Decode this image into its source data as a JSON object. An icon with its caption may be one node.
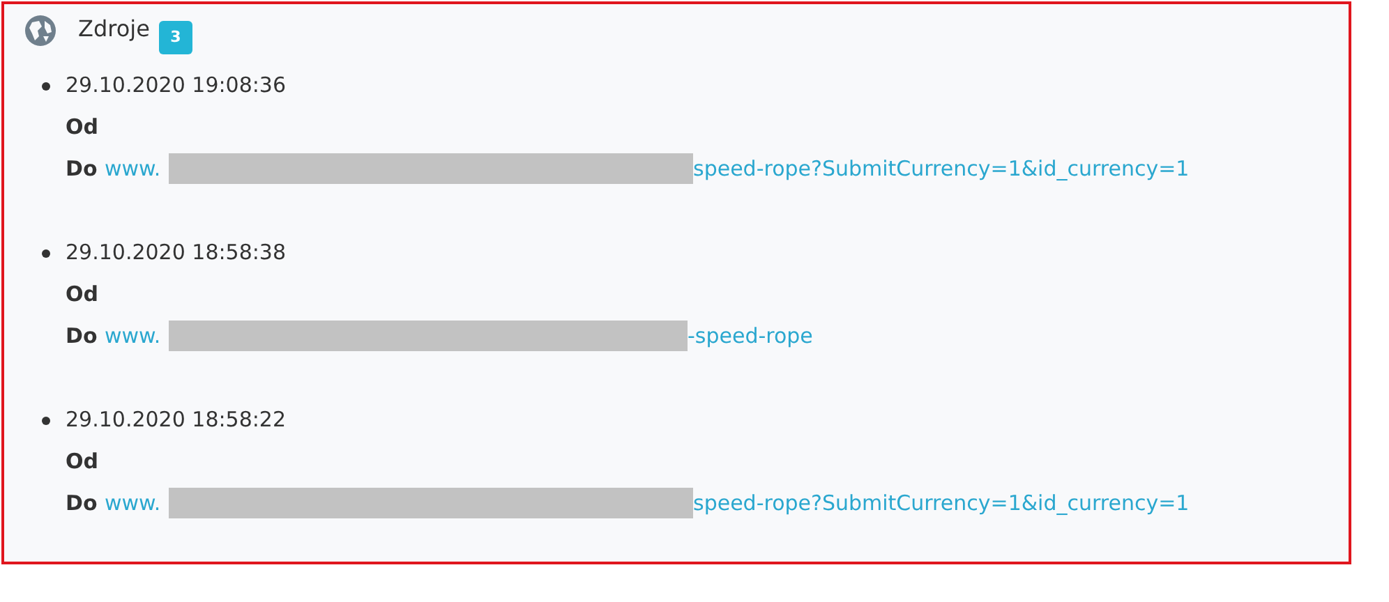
{
  "diagram": {
    "title": "Zdroje",
    "labels": [
      "3",
      "29.10.2020 19:08:36",
      "Od",
      "Do",
      "www.",
      "speed-rope?SubmitCurrency=1&id_currency=1",
      "29.10.2020 18:58:38",
      "Od",
      "Do",
      "www.",
      "-speed-rope",
      "29.10.2020 18:58:22",
      "Od",
      "Do",
      "www.",
      "speed-rope?SubmitCurrency=1&id_currency=1"
    ]
  }
}
